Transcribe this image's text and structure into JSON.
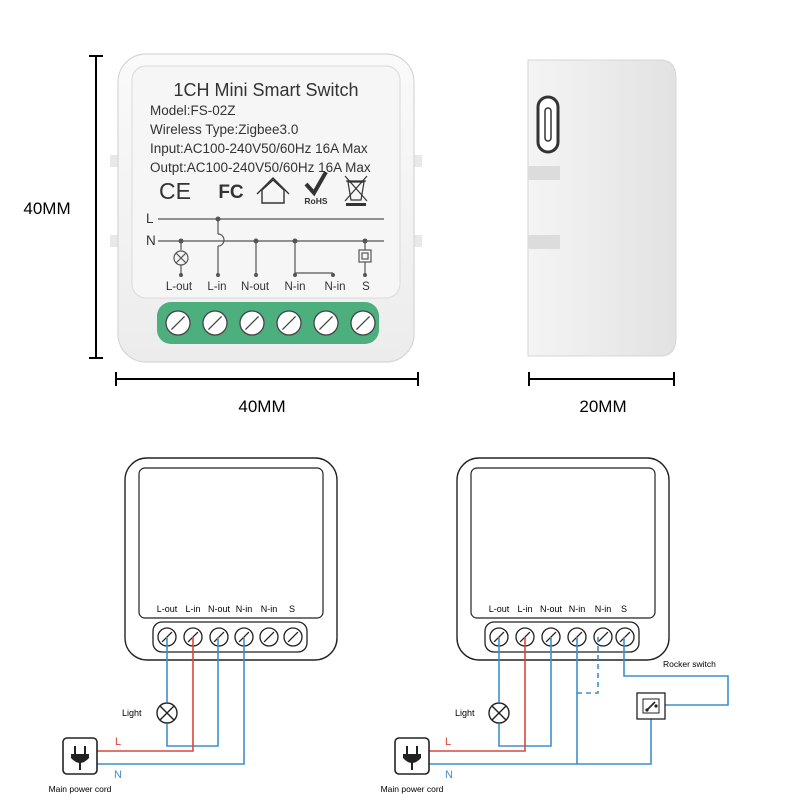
{
  "product": {
    "title": "1CH Mini Smart Switch",
    "model": "Model:FS-02Z",
    "wireless": "Wireless Type:Zigbee3.0",
    "input": "Input:AC100-240V50/60Hz 16A Max",
    "output": "Outpt:AC100-240V50/60Hz 16A Max",
    "certifications": [
      "CE",
      "FC",
      "RoHS"
    ],
    "line_labels": {
      "l": "L",
      "n": "N"
    },
    "terminals": [
      "L-out",
      "L-in",
      "N-out",
      "N-in",
      "N-in",
      "S"
    ]
  },
  "dimensions": {
    "height": "40MM",
    "width": "40MM",
    "depth": "20MM"
  },
  "wiring": {
    "left": {
      "terminals": [
        "L-out",
        "L-in",
        "N-out",
        "N-in",
        "N-in",
        "S"
      ],
      "light_label": "Light",
      "l_label": "L",
      "n_label": "N",
      "power_label": "Main power cord"
    },
    "right": {
      "terminals": [
        "L-out",
        "L-in",
        "N-out",
        "N-in",
        "N-in",
        "S"
      ],
      "light_label": "Light",
      "l_label": "L",
      "n_label": "N",
      "power_label": "Main power cord",
      "rocker_label": "Rocker switch"
    }
  },
  "colors": {
    "live": "#d9483b",
    "neutral": "#3d8fd1",
    "terminal_block": "#4caf7d",
    "outline": "#222222"
  }
}
